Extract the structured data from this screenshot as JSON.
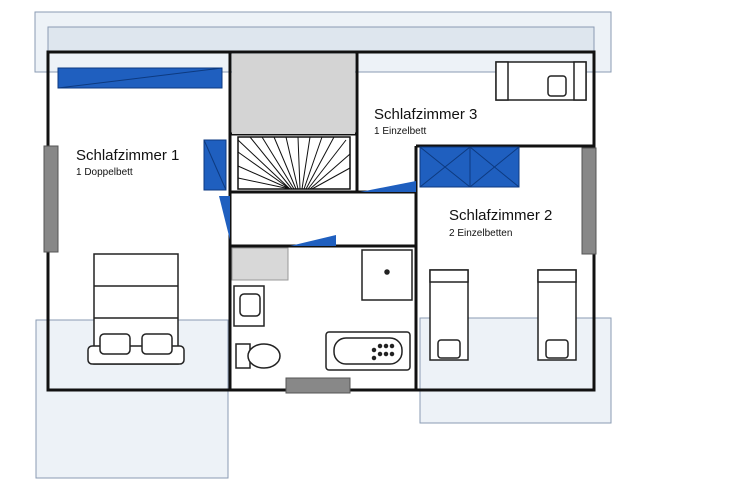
{
  "rooms": {
    "room1": {
      "name": "Schlafzimmer 1",
      "beds": "1 Doppelbett"
    },
    "room2": {
      "name": "Schlafzimmer 2",
      "beds": "2 Einzelbetten"
    },
    "room3": {
      "name": "Schlafzimmer 3",
      "beds": "1 Einzelbett"
    }
  },
  "colors": {
    "wall": "#111111",
    "window_blue": "#1f5fbf",
    "skylight_fill": "#dde5ef",
    "skylight_stroke": "#7f8fa6",
    "roof_overlay": "#cfd9e6",
    "door_gray": "#888888",
    "stair_gray": "#d4d4d4"
  }
}
